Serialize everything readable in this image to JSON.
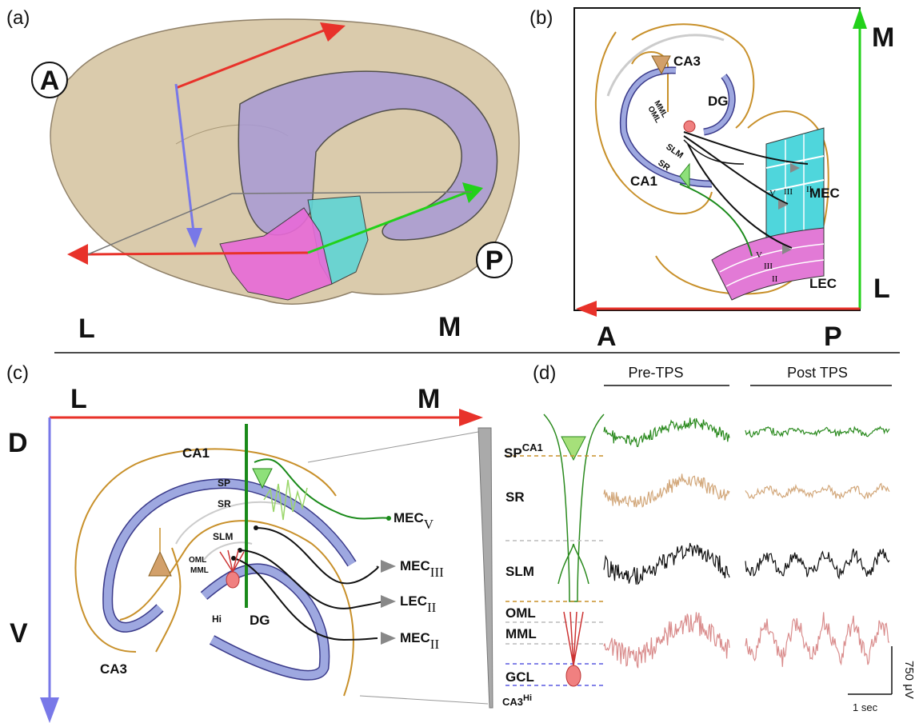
{
  "panels": {
    "a": "(a)",
    "b": "(b)",
    "c": "(c)",
    "d": "(d)"
  },
  "panel_a": {
    "A": "A",
    "P": "P",
    "L": "L",
    "M": "M"
  },
  "panel_b": {
    "M": "M",
    "L": "L",
    "A": "A",
    "P": "P",
    "CA3": "CA3",
    "DG": "DG",
    "MML": "MML",
    "OML": "OML",
    "SLM": "SLM",
    "SR": "SR",
    "CA1": "CA1",
    "MEC": "MEC",
    "LEC": "LEC",
    "V": "V",
    "III": "III",
    "II": "II"
  },
  "panel_c": {
    "L": "L",
    "M": "M",
    "D": "D",
    "V": "V",
    "CA1": "CA1",
    "SP": "SP",
    "SR": "SR",
    "SLM": "SLM",
    "OML": "OML",
    "MML": "MML",
    "Hi": "Hi",
    "DG": "DG",
    "CA3": "CA3",
    "MEC": "MEC",
    "sub_V": "V",
    "sub_III": "III",
    "LEC": "LEC",
    "sub_II": "II"
  },
  "panel_d": {
    "pre": "Pre-TPS",
    "post": "Post TPS",
    "layers": {
      "sp": "SP",
      "ca1": "CA1",
      "sr": "SR",
      "slm": "SLM",
      "oml": "OML",
      "mml": "MML",
      "gcl": "GCL",
      "ca3": "CA3",
      "hi": "Hi"
    },
    "scale_v": "750 μV",
    "scale_t": "1 sec",
    "trace_colors": [
      "#2a8a1e",
      "#d2a77a",
      "#111111",
      "#d98c8c"
    ]
  },
  "colors": {
    "red": "#e8322a",
    "blue": "#7878e8",
    "green": "#22d11a",
    "ochre": "#c8902a",
    "dg_fill": "#9ea8e0",
    "mec": "#4fd6dc",
    "lec": "#e27ad6"
  }
}
